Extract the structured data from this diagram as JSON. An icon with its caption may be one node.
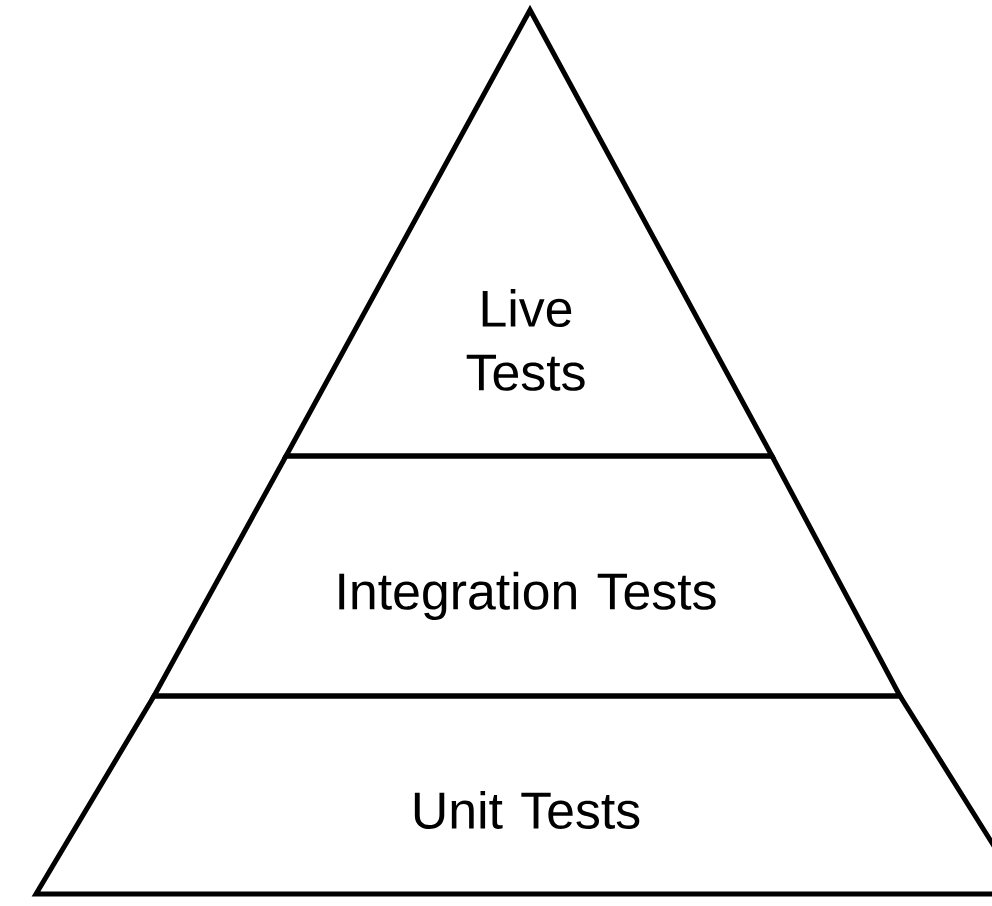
{
  "diagram": {
    "nodes": [
      {
        "text": [
          "Live Tests"
        ]
      },
      {
        "text": [
          "Integration Tests"
        ]
      },
      {
        "text": [
          "Unit Tests"
        ]
      }
    ]
  }
}
